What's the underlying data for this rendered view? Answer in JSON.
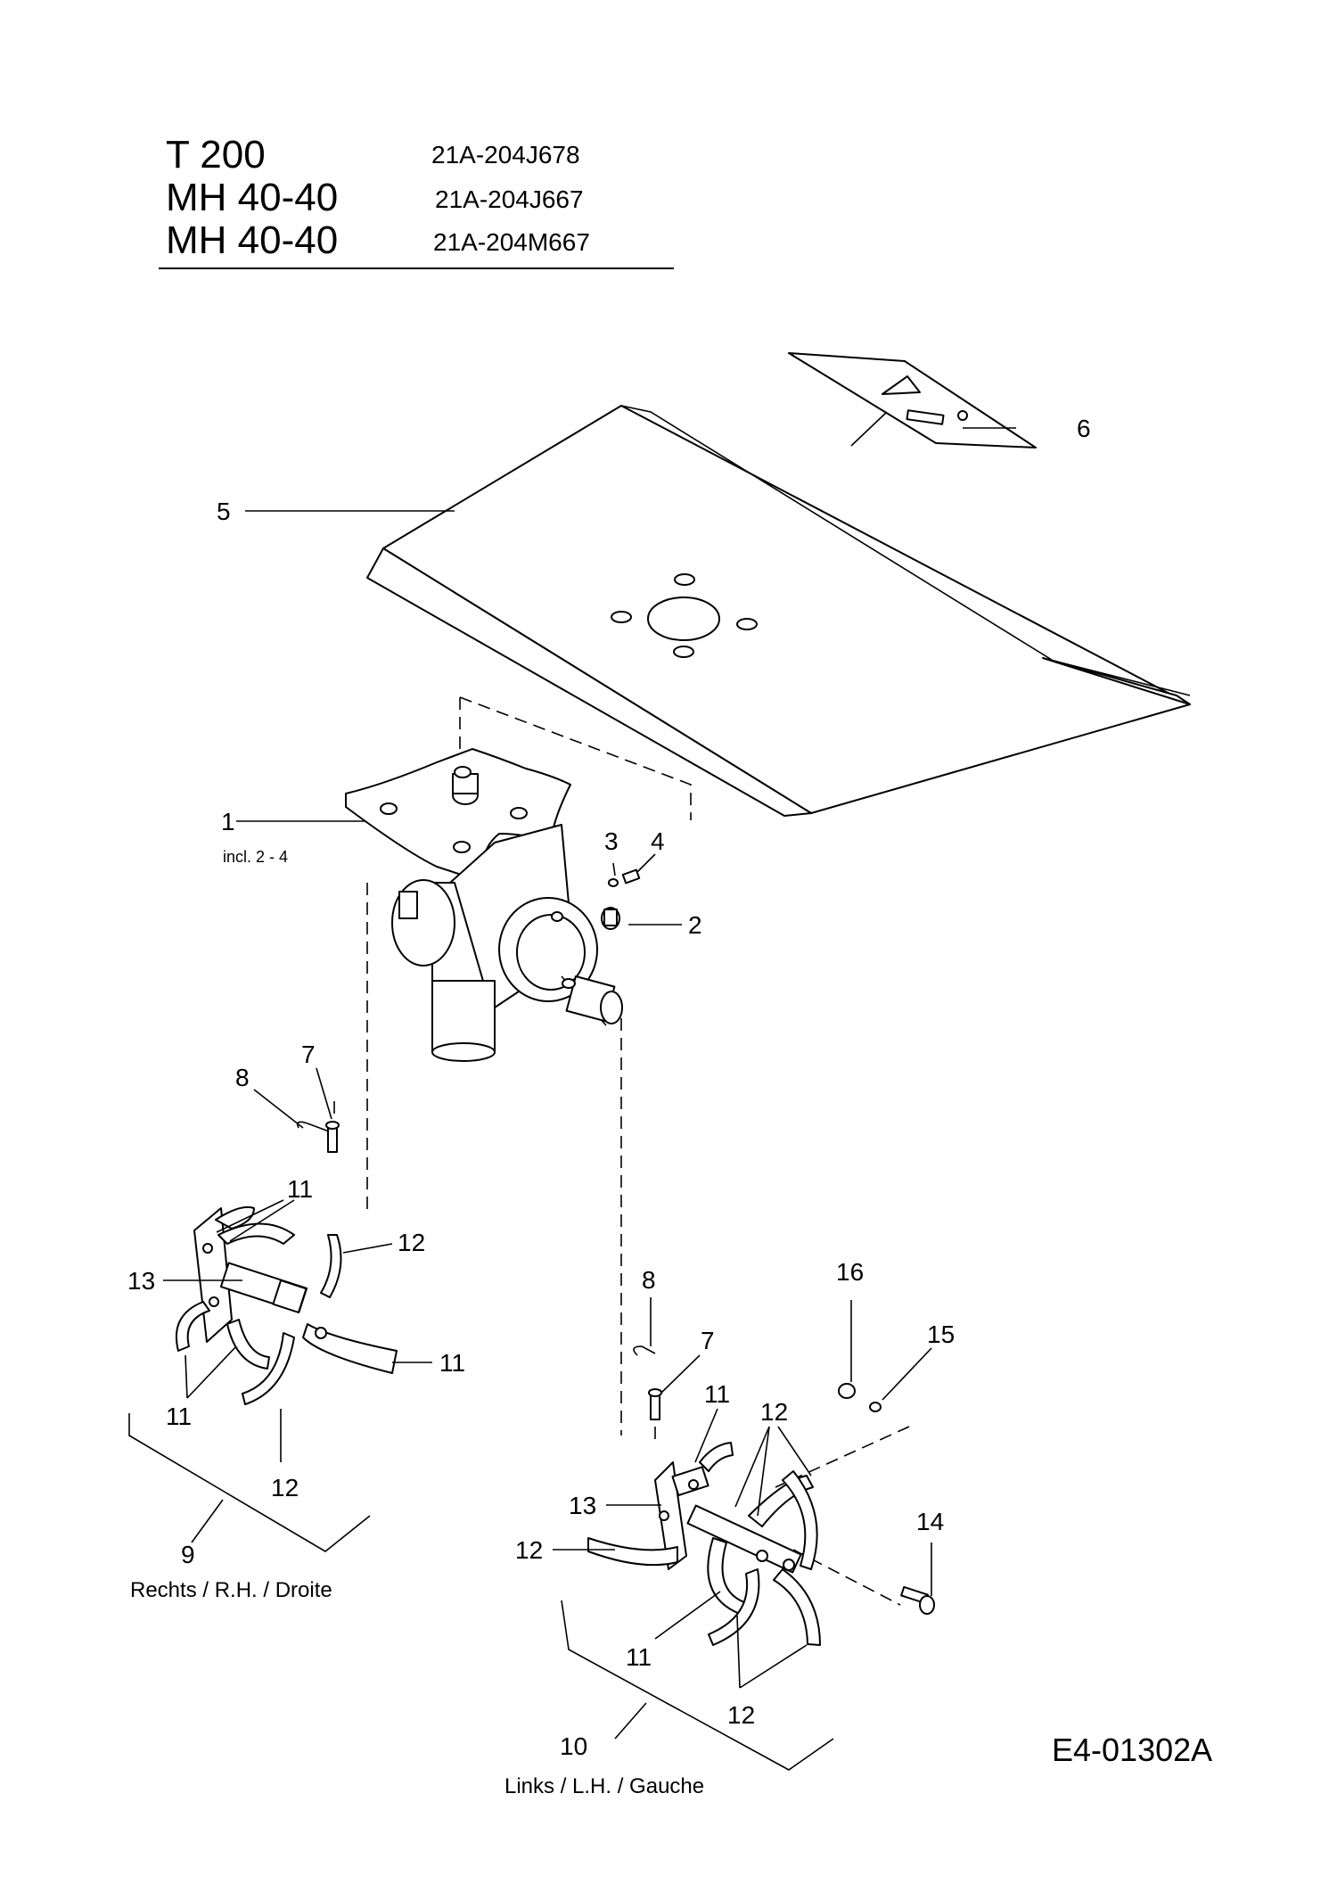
{
  "header": {
    "rows": [
      {
        "model": "T 200",
        "code": "21A-204J678"
      },
      {
        "model": "MH 40-40",
        "code": "21A-204J667"
      },
      {
        "model": "MH 40-40",
        "code": "21A-204M667"
      }
    ]
  },
  "callouts": {
    "c1": "1",
    "c1_note": "incl. 2 - 4",
    "c2": "2",
    "c3": "3",
    "c4": "4",
    "c5": "5",
    "c6": "6",
    "c7a": "7",
    "c8a": "8",
    "c7b": "7",
    "c8b": "8",
    "c9": "9",
    "c10": "10",
    "c11a": "11",
    "c11b": "11",
    "c11c": "11",
    "c11d": "11",
    "c11e": "11",
    "c12a": "12",
    "c12b": "12",
    "c12c": "12",
    "c12d": "12",
    "c12e": "12",
    "c13a": "13",
    "c13b": "13",
    "c14": "14",
    "c15": "15",
    "c16": "16"
  },
  "captions": {
    "right_hand": "Rechts /  R.H. / Droite",
    "left_hand": "Links /  L.H. / Gauche"
  },
  "drawing_number": "E4-01302A"
}
